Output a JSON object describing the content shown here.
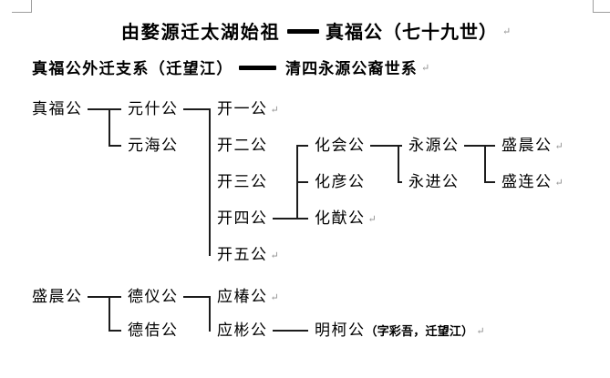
{
  "colors": {
    "background": "#ffffff",
    "text": "#000000",
    "line": "#1c1c1c",
    "paragraph_mark": "#8f8f8f",
    "crop_mark": "#9d9d9d"
  },
  "marks": {
    "paragraph_mark": "↵"
  },
  "header": {
    "line1_left": "由婺源迁太湖始祖",
    "line1_right": "真福公（七十九世）",
    "line2_left": "真福公外迁支系（迁望江）",
    "line2_right": "清四永源公裔世系"
  },
  "diagram": {
    "nodes": [
      {
        "id": "zhenfu",
        "tree": "1",
        "col": 0,
        "row": 0,
        "label": "真福公"
      },
      {
        "id": "yuanshi",
        "tree": "1",
        "col": 1,
        "row": 0,
        "label": "元什公"
      },
      {
        "id": "yuanhai",
        "tree": "1",
        "col": 1,
        "row": 1,
        "label": "元海公"
      },
      {
        "id": "kai1",
        "tree": "1",
        "col": 2,
        "row": 0,
        "label": "开一公",
        "eol": true
      },
      {
        "id": "kai2",
        "tree": "1",
        "col": 2,
        "row": 1,
        "label": "开二公"
      },
      {
        "id": "kai3",
        "tree": "1",
        "col": 2,
        "row": 2,
        "label": "开三公"
      },
      {
        "id": "kai4",
        "tree": "1",
        "col": 2,
        "row": 3,
        "label": "开四公"
      },
      {
        "id": "kai5",
        "tree": "1",
        "col": 2,
        "row": 4,
        "label": "开五公",
        "eol": true
      },
      {
        "id": "huahui",
        "tree": "1",
        "col": 3,
        "row": 1,
        "label": "化会公"
      },
      {
        "id": "huayan",
        "tree": "1",
        "col": 3,
        "row": 2,
        "label": "化彦公"
      },
      {
        "id": "huayou",
        "tree": "1",
        "col": 3,
        "row": 3,
        "label": "化猷公",
        "eol": true
      },
      {
        "id": "yongyuan",
        "tree": "1",
        "col": 4,
        "row": 1,
        "label": "永源公"
      },
      {
        "id": "yongjin",
        "tree": "1",
        "col": 4,
        "row": 2,
        "label": "永进公"
      },
      {
        "id": "shengchen",
        "tree": "1",
        "col": 5,
        "row": 1,
        "label": "盛晨公",
        "eol": true
      },
      {
        "id": "shenglian",
        "tree": "1",
        "col": 5,
        "row": 2,
        "label": "盛连公",
        "eol": true
      },
      {
        "id": "shengchen2",
        "tree": "2",
        "col": 0,
        "row": 0,
        "label": "盛晨公"
      },
      {
        "id": "deyi",
        "tree": "2",
        "col": 1,
        "row": 0,
        "label": "德仪公"
      },
      {
        "id": "deji",
        "tree": "2",
        "col": 1,
        "row": 1,
        "label": "德佶公"
      },
      {
        "id": "yingchun",
        "tree": "2",
        "col": 2,
        "row": 0,
        "label": "应椿公",
        "eol": true
      },
      {
        "id": "yingbin",
        "tree": "2",
        "col": 2,
        "row": 1,
        "label": "应彬公"
      },
      {
        "id": "mingke",
        "tree": "2",
        "col": 3,
        "row": 1,
        "label": "明柯公",
        "suffix": "（字彩吾，迁望江）",
        "eol": true
      }
    ],
    "edges": [
      {
        "parent": "zhenfu",
        "children": [
          "yuanshi",
          "yuanhai"
        ]
      },
      {
        "parent": "yuanshi",
        "children": [
          "kai1",
          "kai2",
          "kai3",
          "kai4",
          "kai5"
        ]
      },
      {
        "parent": "kai4",
        "children": [
          "huahui",
          "huayan",
          "huayou"
        ]
      },
      {
        "parent": "huahui",
        "children": [
          "yongyuan",
          "yongjin"
        ]
      },
      {
        "parent": "yongyuan",
        "children": [
          "shengchen",
          "shenglian"
        ]
      },
      {
        "parent": "shengchen2",
        "children": [
          "deyi",
          "deji"
        ]
      },
      {
        "parent": "deyi",
        "children": [
          "yingchun",
          "yingbin"
        ]
      },
      {
        "parent": "yingbin",
        "children": [
          "mingke"
        ]
      }
    ]
  }
}
